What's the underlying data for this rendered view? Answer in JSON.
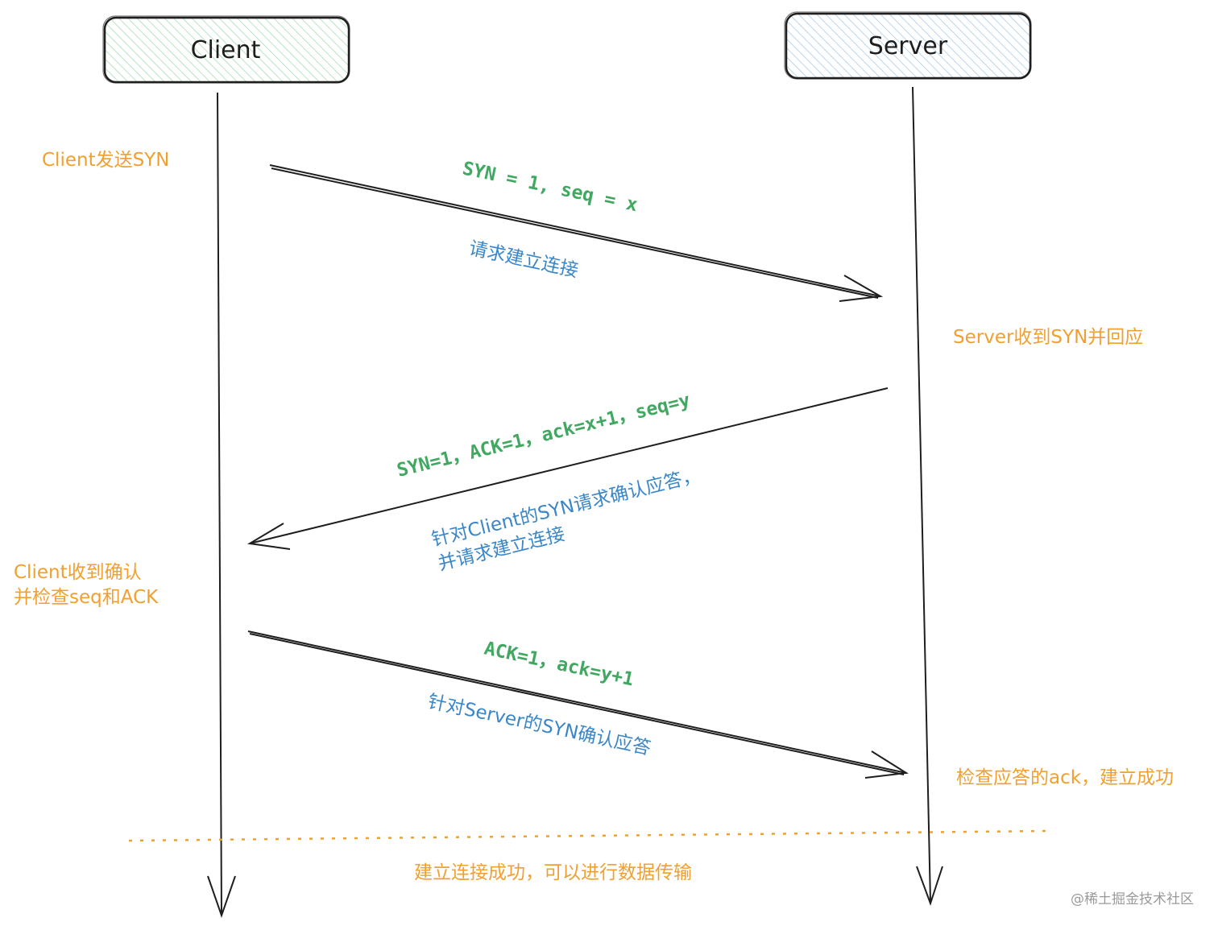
{
  "actors": {
    "client": "Client",
    "server": "Server"
  },
  "notes": {
    "client_send": "Client发送SYN",
    "server_recv": "Server收到SYN并回应",
    "client_recv_1": "Client收到确认",
    "client_recv_2": "并检查seq和ACK",
    "server_check": "检查应答的ack，建立成功",
    "established": "建立连接成功，可以进行数据传输"
  },
  "messages": {
    "m1": {
      "fields": "SYN = 1, seq = x",
      "desc": "请求建立连接"
    },
    "m2": {
      "fields": "SYN=1，ACK=1，ack=x+1，seq=y",
      "desc_line1": "针对Client的SYN请求确认应答，",
      "desc_line2": "并请求建立连接"
    },
    "m3": {
      "fields": "ACK=1，ack=y+1",
      "desc": "针对Server的SYN确认应答"
    }
  },
  "watermark": "@稀土掘金技术社区",
  "colors": {
    "note": "#f0a030",
    "fields": "#40a860",
    "desc": "#3a86c8",
    "client_fill": "#b8e8c4",
    "server_fill": "#b8d8f0",
    "stroke": "#1e1e1e"
  }
}
